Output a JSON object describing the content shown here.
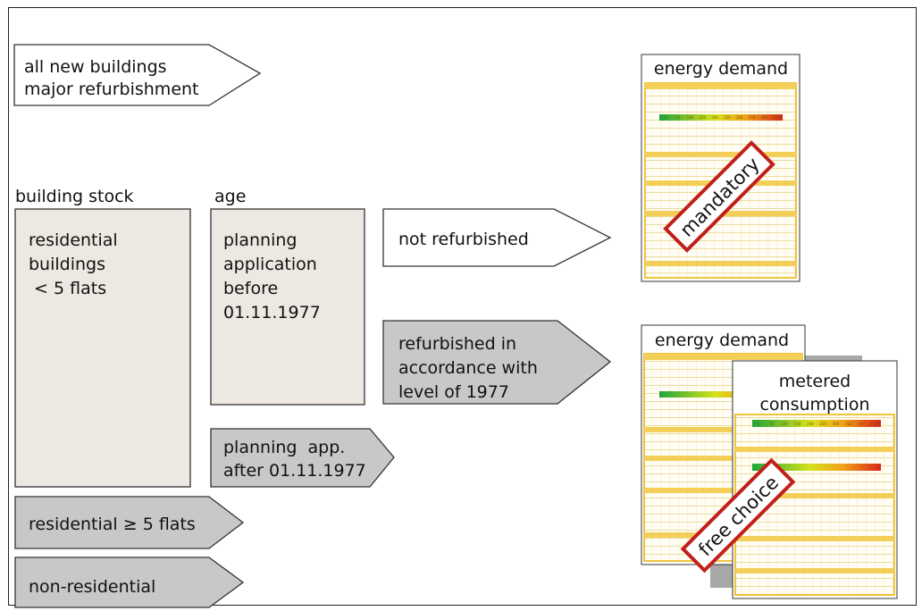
{
  "arrows": {
    "new_buildings": [
      "all new buildings",
      "major refurbishment"
    ],
    "not_refurbished": "not refurbished",
    "refurbished": [
      "refurbished in",
      "accordance with",
      "level of 1977"
    ],
    "after": [
      "planning  app.",
      "after 01.11.1977"
    ],
    "res_5": "residential ≥ 5 flats",
    "non_res": "non-residential"
  },
  "headers": {
    "building_stock": "building stock",
    "age": "age"
  },
  "boxes": {
    "residential": [
      "residential",
      "buildings",
      " < 5 flats"
    ],
    "before": [
      "planning",
      "application",
      "before",
      "01.11.1977"
    ]
  },
  "certificates": {
    "demand_title_1": "energy demand",
    "demand_title_2": "energy demand",
    "consumption_title": [
      "metered",
      "consumption"
    ],
    "stamp_mandatory": "mandatory",
    "stamp_free": "free choice",
    "scale": [
      "0",
      "50",
      "100",
      "150",
      "200",
      "250",
      "300",
      "350",
      "400",
      ">400"
    ]
  },
  "colors": {
    "box_beige": "#ede8e1",
    "arrow_grey": "#c8c8c8",
    "doc_frame": "#e8b400",
    "stamp_red": "#c0201a"
  }
}
